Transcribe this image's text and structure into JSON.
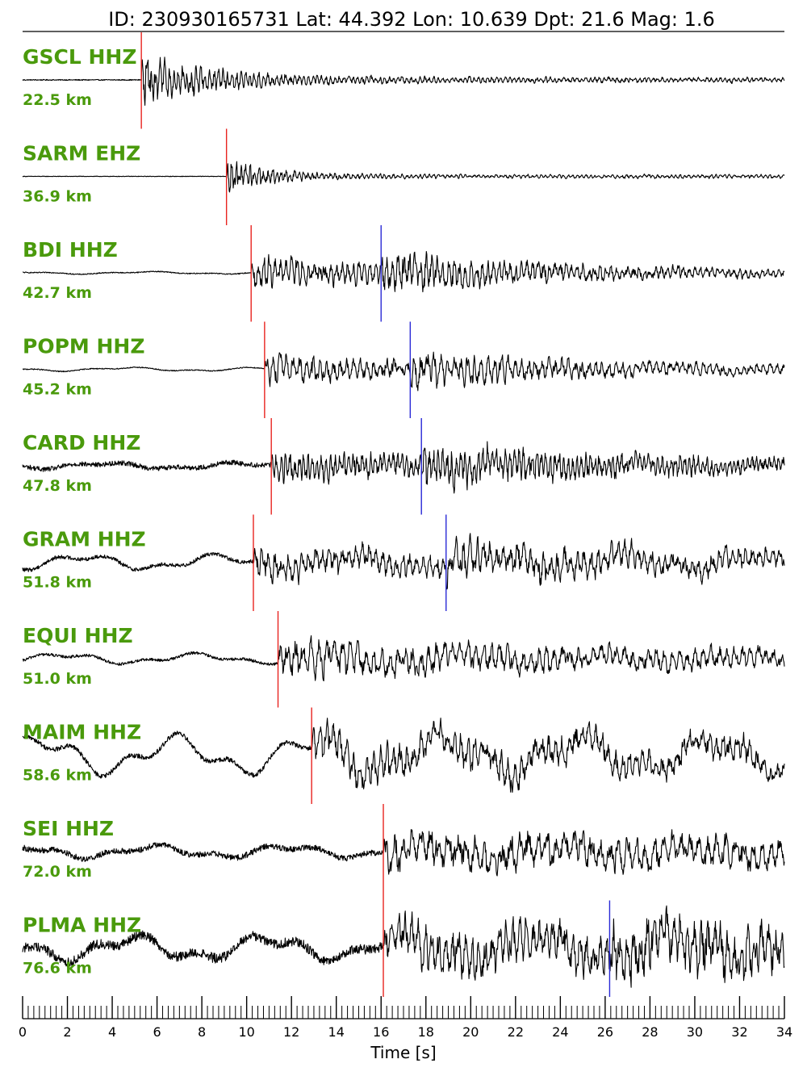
{
  "chart_data": {
    "type": "line",
    "title": "ID: 230930165731 Lat:  44.392 Lon:  10.639 Dpt:    21.6 Mag:   1.6",
    "xlabel": "Time [s]",
    "xlim": [
      0,
      34
    ],
    "x_ticks": [
      "0",
      "2",
      "4",
      "6",
      "8",
      "10",
      "12",
      "14",
      "16",
      "18",
      "20",
      "22",
      "24",
      "26",
      "28",
      "30",
      "32",
      "34"
    ],
    "minor_tick_step": 0.25,
    "p_pick_color": "#e8231f",
    "s_pick_color": "#2a2ad6",
    "label_color": "#4a9a0c",
    "traces": [
      {
        "station": "GSCL HHZ",
        "distance": "22.5 km",
        "p_pick": 5.3,
        "s_pick": null,
        "pre_noise": 0.01,
        "drift": 0.0,
        "peak_amp": 0.65,
        "decay": 4.0,
        "coda": 0.08,
        "period": 0.2
      },
      {
        "station": "SARM EHZ",
        "distance": "36.9 km",
        "p_pick": 9.1,
        "s_pick": null,
        "pre_noise": 0.005,
        "drift": 0.0,
        "peak_amp": 0.55,
        "decay": 2.0,
        "coda": 0.06,
        "period": 0.2
      },
      {
        "station": "BDI HHZ",
        "distance": "42.7 km",
        "p_pick": 10.2,
        "s_pick": 16.0,
        "pre_noise": 0.01,
        "drift": 0.02,
        "peak_amp": 0.45,
        "decay": 8.0,
        "coda": 0.1,
        "period": 0.25
      },
      {
        "station": "POPM HHZ",
        "distance": "45.2 km",
        "p_pick": 10.8,
        "s_pick": 17.3,
        "pre_noise": 0.01,
        "drift": 0.03,
        "peak_amp": 0.38,
        "decay": 9.0,
        "coda": 0.1,
        "period": 0.3
      },
      {
        "station": "CARD HHZ",
        "distance": "47.8 km",
        "p_pick": 11.1,
        "s_pick": 17.8,
        "pre_noise": 0.05,
        "drift": 0.05,
        "peak_amp": 0.35,
        "decay": 12.0,
        "coda": 0.15,
        "period": 0.2
      },
      {
        "station": "GRAM HHZ",
        "distance": "51.8 km",
        "p_pick": 10.3,
        "s_pick": 18.9,
        "pre_noise": 0.04,
        "drift": 0.12,
        "peak_amp": 0.35,
        "decay": 14.0,
        "coda": 0.15,
        "period": 0.3
      },
      {
        "station": "EQUI HHZ",
        "distance": "51.0 km",
        "p_pick": 11.4,
        "s_pick": null,
        "pre_noise": 0.03,
        "drift": 0.08,
        "peak_amp": 0.4,
        "decay": 16.0,
        "coda": 0.2,
        "period": 0.35
      },
      {
        "station": "MAIM HHZ",
        "distance": "58.6 km",
        "p_pick": 12.9,
        "s_pick": null,
        "pre_noise": 0.05,
        "drift": 0.3,
        "peak_amp": 0.35,
        "decay": 20.0,
        "coda": 0.25,
        "period": 0.3
      },
      {
        "station": "SEI HHZ",
        "distance": "72.0 km",
        "p_pick": 16.1,
        "s_pick": null,
        "pre_noise": 0.06,
        "drift": 0.1,
        "peak_amp": 0.3,
        "decay": 30.0,
        "coda": 0.3,
        "period": 0.4
      },
      {
        "station": "PLMA HHZ",
        "distance": "76.6 km",
        "p_pick": 16.1,
        "s_pick": 26.2,
        "pre_noise": 0.1,
        "drift": 0.2,
        "peak_amp": 0.4,
        "decay": 30.0,
        "coda": 0.3,
        "period": 0.3
      }
    ]
  }
}
